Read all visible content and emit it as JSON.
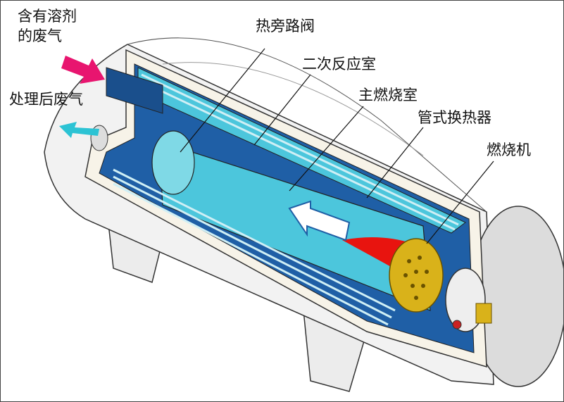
{
  "labels": {
    "inlet_line1": "含有溶剂",
    "inlet_line2": "的废气",
    "outlet": "处理后废气",
    "bypass_valve": "热旁路阀",
    "secondary_chamber": "二次反应室",
    "main_chamber": "主燃烧室",
    "heat_exchanger": "管式换热器",
    "burner": "燃烧机"
  },
  "colors": {
    "inlet_arrow": "#e8156f",
    "outlet_arrow": "#2cc3d4",
    "chamber": "#4cc6dc",
    "channel": "#1f5fa6",
    "flame": "#e8140f",
    "burner": "#d9b21a",
    "shell": "#e6e6e6"
  }
}
